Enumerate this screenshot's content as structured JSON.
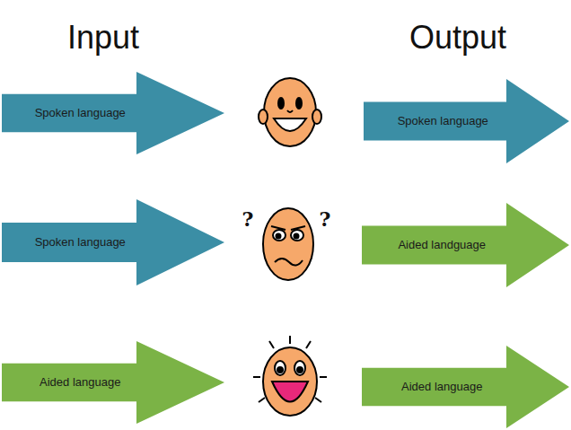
{
  "diagram": {
    "nodes": [
      {
        "text": [
          "Spoken language"
        ]
      },
      {
        "text": [
          "Spoken language"
        ]
      },
      {
        "text": [
          "Spoken language"
        ]
      },
      {
        "text": [
          "Aided landguage"
        ]
      },
      {
        "text": [
          "Aided language"
        ]
      },
      {
        "text": [
          "Aided language"
        ]
      }
    ],
    "labels": [
      "Input",
      "Output",
      "?",
      "?"
    ]
  }
}
